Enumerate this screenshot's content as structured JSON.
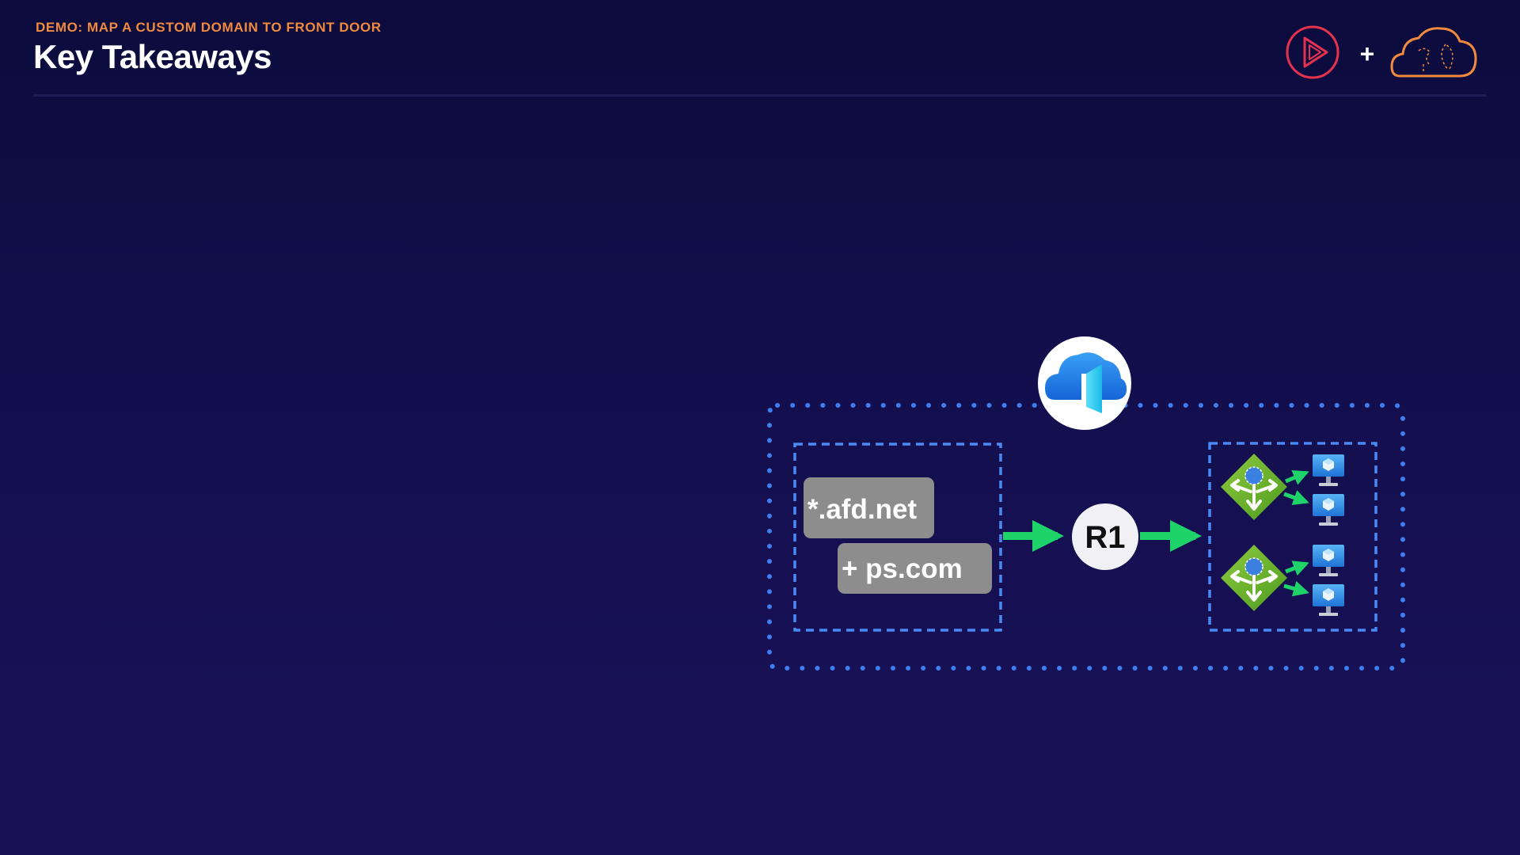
{
  "header": {
    "eyebrow": "DEMO: MAP A CUSTOM DOMAIN TO FRONT DOOR",
    "title": "Key Takeaways",
    "plus_sign": "+",
    "logo_left_icon": "pluralsight-play-icon",
    "logo_right_icon": "cloud-brain-icon"
  },
  "diagram": {
    "front_door_icon": "azure-front-door-icon",
    "domains": {
      "default_domain": "*.afd.net",
      "custom_domain": "+ ps.com"
    },
    "route_label": "R1",
    "origin_groups": [
      {
        "icon": "load-balancer-icon",
        "origins": [
          "virtual-machine-icon",
          "virtual-machine-icon"
        ]
      },
      {
        "icon": "load-balancer-icon",
        "origins": [
          "virtual-machine-icon",
          "virtual-machine-icon"
        ]
      }
    ],
    "colors": {
      "arrow": "#1fd36b",
      "dash": "#3f7ef0",
      "domain_box": "#8d8d8d",
      "eyebrow": "#f08a3e",
      "logo_red": "#e5334f",
      "logo_orange": "#f08a3e"
    }
  }
}
